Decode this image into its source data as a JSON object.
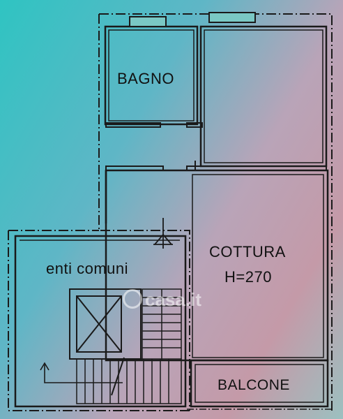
{
  "rooms": {
    "bagno": "BAGNO",
    "cottura": "COTTURA",
    "cottura_height": "H=270",
    "enti_comuni": "enti comuni",
    "balcone": "BALCONE"
  },
  "watermark": {
    "text": "casa.it"
  }
}
